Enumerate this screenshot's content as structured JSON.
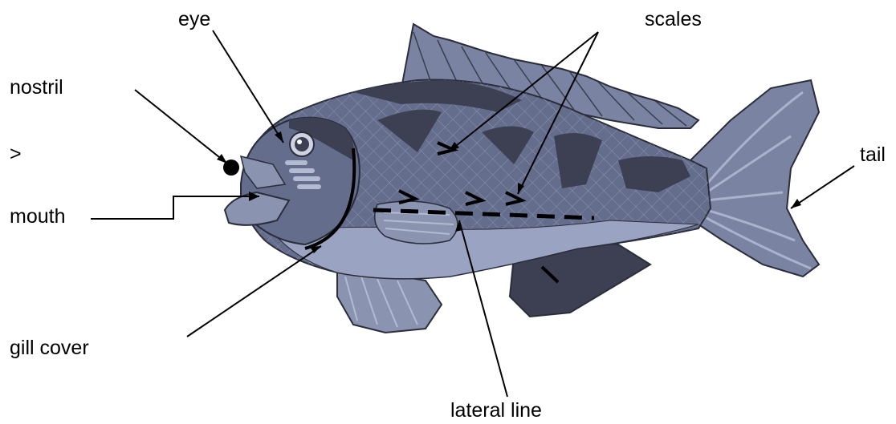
{
  "labels": {
    "eye": "eye",
    "scales": "scales",
    "nostril": "nostril",
    "gt_mark": ">",
    "tail": "tail",
    "mouth": "mouth",
    "gill_cover": "gill cover",
    "lateral_line": "lateral line"
  },
  "colors": {
    "body_light": "#8a93b0",
    "body_mid": "#656d8c",
    "body_dark": "#3c4052",
    "belly": "#9aa3c1",
    "fin": "#7a83a2",
    "outline": "#2a2d3a",
    "line": "#000000"
  }
}
